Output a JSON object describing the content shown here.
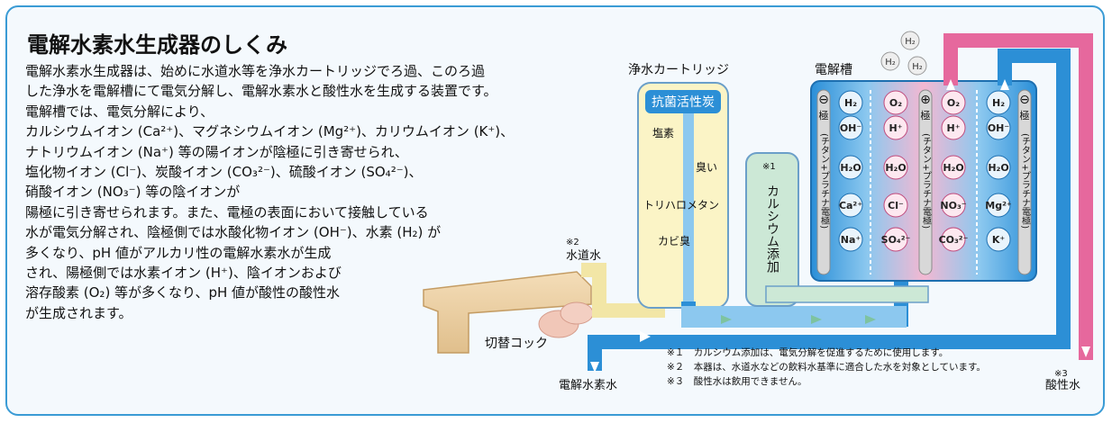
{
  "title": "電解水素水生成器のしくみ",
  "description": [
    "電解水素水生成器は、始めに水道水等を浄水カートリッジでろ過、このろ過",
    "した浄水を電解槽にて電気分解し、電解水素水と酸性水を生成する装置です。",
    "電解槽では、電気分解により、",
    "カルシウムイオン (Ca²⁺)、マグネシウムイオン (Mg²⁺)、カリウムイオン (K⁺)、",
    "ナトリウムイオン (Na⁺) 等の陽イオンが陰極に引き寄せられ、",
    "塩化物イオン (Cl⁻)、炭酸イオン (CO₃²⁻)、硫酸イオン (SO₄²⁻)、",
    "硝酸イオン (NO₃⁻) 等の陰イオンが",
    "陽極に引き寄せられます。また、電極の表面において接触している",
    "水が電気分解され、陰極側では水酸化物イオン (OH⁻)、水素 (H₂) が",
    "多くなり、pH 値がアルカリ性の電解水素水が生成",
    "され、陽極側では水素イオン (H⁺)、陰イオンおよび",
    "溶存酸素 (O₂) 等が多くなり、pH 値が酸性の酸性水",
    "が生成されます。"
  ],
  "labels": {
    "cartridge": "浄水カートリッジ",
    "cartridge_inner": "抗菌活性炭",
    "chlorine": "塩素",
    "odor": "臭い",
    "trihalomethane": "トリハロメタン",
    "mold_odor": "カビ臭",
    "calcium_note_mark": "※1",
    "calcium_add": "カルシウム添加",
    "cell": "電解槽",
    "tap_note_mark": "※2",
    "tap_water": "水道水",
    "switch_cock": "切替コック",
    "hydrogen_water": "電解水素水",
    "acid_note_mark": "※3",
    "acid_water": "酸性水",
    "electrode_left": "(チタン+プラチナ電極)",
    "electrode_center": "(チタン+プラチナ電極)",
    "electrode_right": "(チタン+プラチナ電極)",
    "minus_sign": "⊖",
    "plus_sign": "⊕",
    "pole_char": "極",
    "h2": "H₂"
  },
  "ions": {
    "cathode_left": [
      "H₂",
      "OH⁻",
      "H₂O",
      "Ca²⁺",
      "Na⁺"
    ],
    "anode_left": [
      "O₂",
      "H⁺",
      "H₂O",
      "Cl⁻",
      "SO₄²⁻"
    ],
    "anode_right": [
      "O₂",
      "H⁺",
      "H₂O",
      "NO₃⁻",
      "CO₃²⁻"
    ],
    "cathode_right": [
      "H₂",
      "OH⁻",
      "H₂O",
      "Mg²⁺",
      "K⁺"
    ]
  },
  "notes": [
    "※１　カルシウム添加は、電気分解を促進するために使用します。",
    "※２　本器は、水道水などの飲料水基準に適合した水を対象としています。",
    "※３　酸性水は飲用できません。"
  ],
  "colors": {
    "frame": "#3a9bd5",
    "blue_pipe": "#2c8fd6",
    "pink_pipe": "#e6689d",
    "cartridge": "#fbf4c6",
    "green_chamber": "#cce8d6",
    "cell_blue": "#2a8fd8",
    "cell_pink": "#f3b0cc"
  }
}
